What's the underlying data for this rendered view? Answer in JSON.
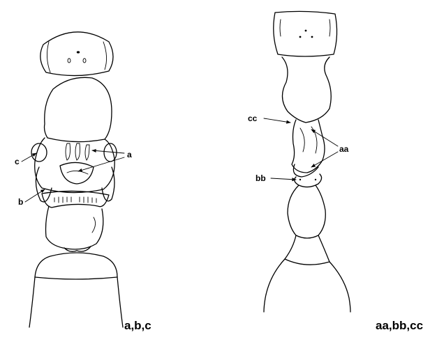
{
  "left_figure": {
    "labels": {
      "a": "a",
      "b": "b",
      "c": "c"
    },
    "caption": "a,b,c"
  },
  "right_figure": {
    "labels": {
      "aa": "aa",
      "bb": "bb",
      "cc": "cc"
    },
    "caption": "aa,bb,cc"
  }
}
